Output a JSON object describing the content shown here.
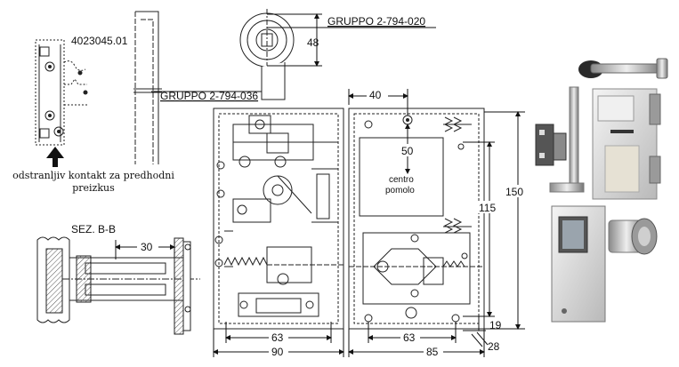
{
  "labels": {
    "part_number": "4023045.01",
    "group_top": "GRUPPO 2-794-020",
    "group_left": "GRUPPO 2-794-036",
    "note_line1": "odstranljiv kontakt za predhodni",
    "note_line2": "preizkus",
    "section": "SEZ. B-B",
    "centro_line1": "centro",
    "centro_line2": "pomolo"
  },
  "dimensions": {
    "d48": "48",
    "d40": "40",
    "d50": "50",
    "d150": "150",
    "d115": "115",
    "d30": "30",
    "d63_left": "63",
    "d90": "90",
    "d63_right": "63",
    "d85": "85",
    "d19": "19",
    "d28": "28"
  },
  "icons": {
    "arrow": "arrow-up-icon"
  }
}
